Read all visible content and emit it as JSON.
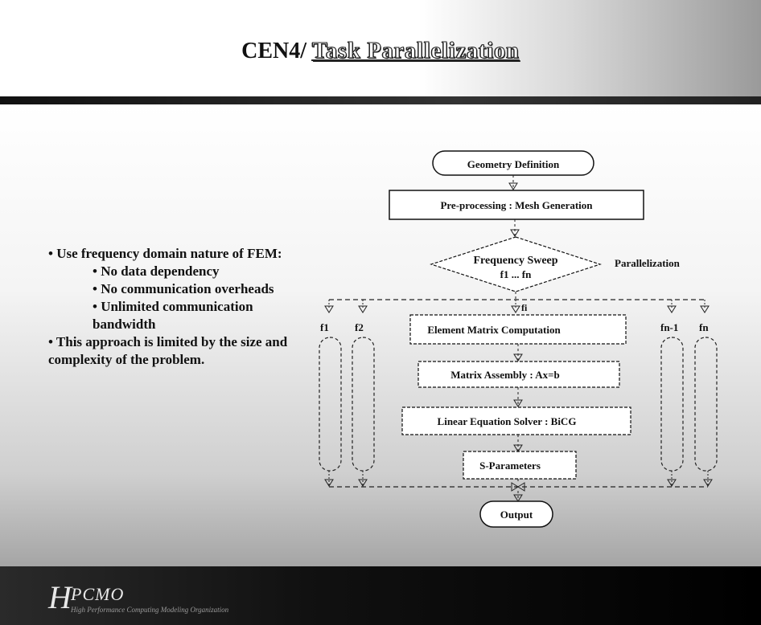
{
  "slide": {
    "title_prefix": "CEN4/",
    "title_main": "Task Parallelization"
  },
  "bullets": {
    "main": "• Use frequency domain nature of FEM:",
    "subs": [
      "• No data dependency",
      "• No communication overheads",
      "• Unlimited communication bandwidth"
    ],
    "limit": "• This approach is limited by the size and complexity of the problem."
  },
  "diagram": {
    "geometry": "Geometry Definition",
    "preprocessing": "Pre-processing : Mesh Generation",
    "sweep_line1": "Frequency Sweep",
    "sweep_line2": "f1 ... fn",
    "parallelization": "Parallelization",
    "f1": "f1",
    "f2": "f2",
    "fn1": "fn-1",
    "fn": "fn",
    "branch_fi": "fi",
    "element_matrix": "Element Matrix Computation",
    "matrix_assembly": "Matrix Assembly : Ax=b",
    "solver": "Linear Equation Solver : BiCG",
    "sparams": "S-Parameters",
    "output": "Output"
  },
  "footer": {
    "logo_letter": "H",
    "org": "PCMO",
    "subtitle": "High Performance Computing Modeling Organization"
  }
}
